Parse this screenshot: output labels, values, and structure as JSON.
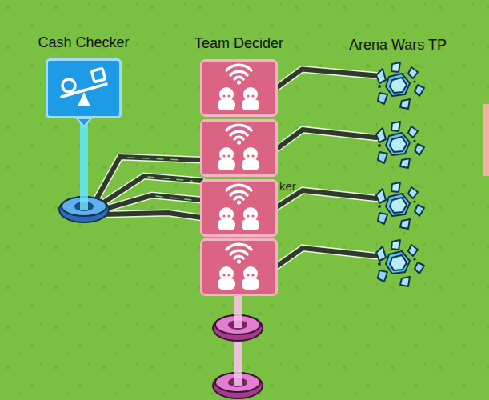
{
  "diagram": {
    "nodes": [
      {
        "text": [
          "Cash Checker"
        ]
      },
      {
        "text": [
          "Team Decider"
        ]
      },
      {
        "text": [
          "Arena Wars TP"
        ]
      }
    ],
    "edges": [
      {
        "from": 1,
        "to": 2,
        "arrow": "none"
      }
    ],
    "labels": [
      "ker"
    ]
  }
}
